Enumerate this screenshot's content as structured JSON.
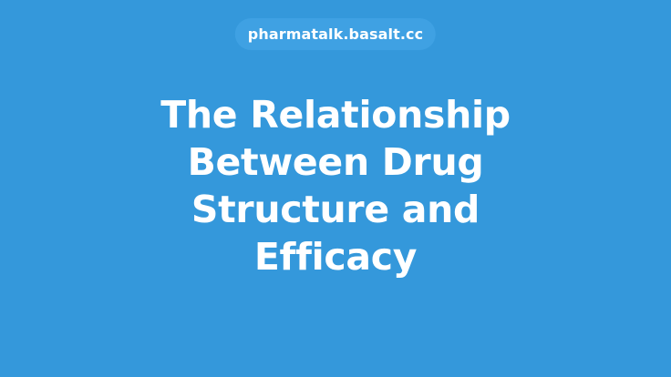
{
  "site": {
    "domain": "pharmatalk.basalt.cc"
  },
  "title": {
    "lines": [
      "The Relationship",
      "Between Drug",
      "Structure and",
      "Efficacy"
    ],
    "full": "The Relationship Between Drug Structure and Efficacy"
  },
  "colors": {
    "background": "#3498db",
    "pill_background": "#3fa1e3",
    "text": "#ffffff"
  }
}
